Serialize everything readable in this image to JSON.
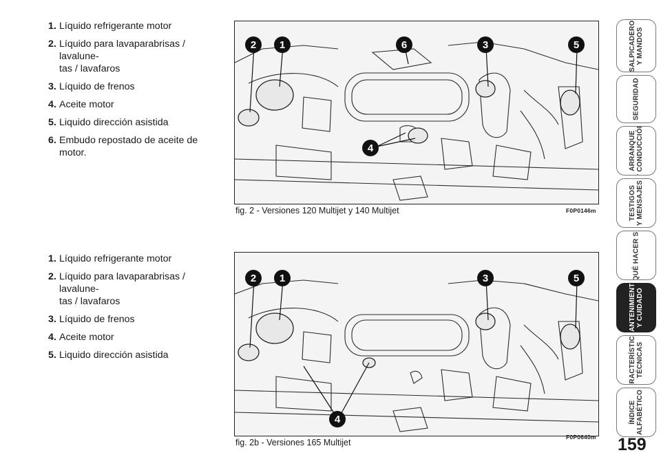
{
  "list_fig2": [
    {
      "num": "1.",
      "text": "Líquido refrigerante motor"
    },
    {
      "num": "2.",
      "text": "Líquido para lavaparabrisas / lavalune-\ntas / lavafaros"
    },
    {
      "num": "3.",
      "text": "Líquido de frenos"
    },
    {
      "num": "4.",
      "text": "Aceite motor"
    },
    {
      "num": "5.",
      "text": "Liquido dirección asistida"
    },
    {
      "num": "6.",
      "text": "Embudo repostado de aceite de motor."
    }
  ],
  "list_fig2b": [
    {
      "num": "1.",
      "text": "Líquido refrigerante motor"
    },
    {
      "num": "2.",
      "text": "Líquido para lavaparabrisas / lavalune-\ntas / lavafaros"
    },
    {
      "num": "3.",
      "text": "Líquido de frenos"
    },
    {
      "num": "4.",
      "text": "Aceite motor"
    },
    {
      "num": "5.",
      "text": "Liquido dirección asistida"
    }
  ],
  "figure1": {
    "caption": "fig. 2 - Versiones 120 Multijet y 140 Multijet",
    "code": "F0P0146m",
    "callouts": [
      "2",
      "1",
      "6",
      "3",
      "5",
      "4"
    ]
  },
  "figure2": {
    "caption": "fig. 2b - Versiones 165 Multijet",
    "code": "F0P0640m",
    "callouts": [
      "2",
      "1",
      "3",
      "5",
      "4"
    ]
  },
  "tabs": [
    {
      "label": "SALPICADERO\nY MANDOS",
      "active": false
    },
    {
      "label": "SEGURIDAD",
      "active": false
    },
    {
      "label": "ARRANQUE\nY CONDUCCIÓN",
      "active": false
    },
    {
      "label": "TESTIGOS\nY MENSAJES",
      "active": false
    },
    {
      "label": "QUÉ HACER SI",
      "active": false
    },
    {
      "label": "MANTENIMIENTO\nY CUIDADO",
      "active": true
    },
    {
      "label": "CARACTERÍSTICAS\nTÉCNICAS",
      "active": false
    },
    {
      "label": "ÍNDICE\nALFABÉTICO",
      "active": false
    }
  ],
  "page_number": "159",
  "colors": {
    "ink": "#1a1a1a",
    "tab_active": "#222222",
    "tab_border": "#777777"
  }
}
